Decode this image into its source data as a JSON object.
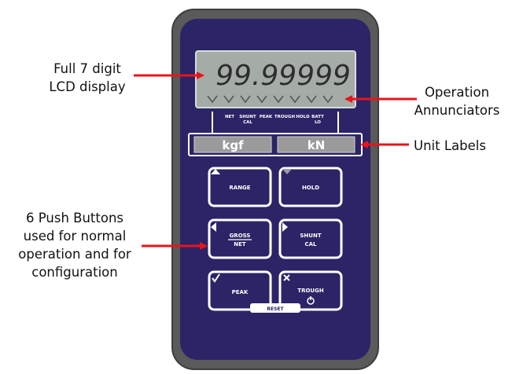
{
  "callouts": {
    "lcd_line1": "Full 7 digit",
    "lcd_line2": "LCD display",
    "annunciators_line1": "Operation",
    "annunciators_line2": "Annunciators",
    "unit_labels": "Unit Labels",
    "buttons_line1": "6 Push Buttons",
    "buttons_line2": "used for normal",
    "buttons_line3": "operation and for",
    "buttons_line4": "configuration"
  },
  "display": {
    "reading": "99.99999",
    "annunciators": [
      "NET",
      "SHUNT",
      "CAL",
      "PEAK",
      "TROUGH",
      "HOLD",
      "BATT",
      "LO"
    ]
  },
  "units": {
    "left": "kgf",
    "right": "kN"
  },
  "buttons": {
    "range": "RANGE",
    "hold": "HOLD",
    "gross": "GROSS",
    "net": "NET",
    "shunt": "SHUNT",
    "cal": "CAL",
    "peak": "PEAK",
    "trough": "TROUGH",
    "reset": "RESET"
  },
  "colors": {
    "case_outer": "#5a5a5a",
    "case_panel": "#2b2466",
    "lcd": "#a5aca8",
    "unit_label_bg": "#9a9a9a",
    "button_face": "#2b2466",
    "button_border": "#ffffff",
    "arrow": "#e8141b"
  }
}
